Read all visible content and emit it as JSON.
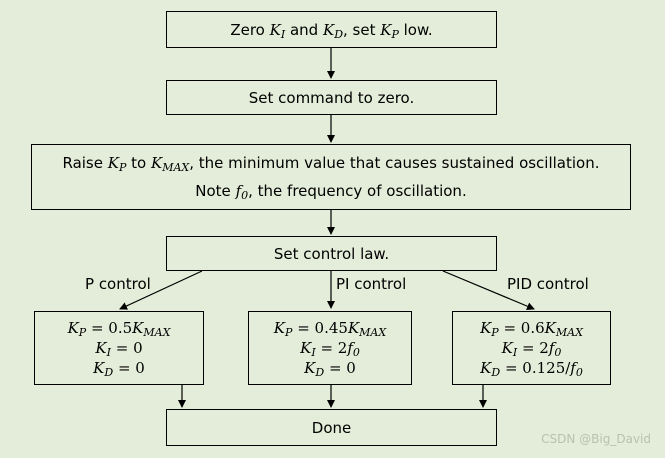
{
  "steps": {
    "zero_gains": {
      "parts": [
        "Zero ",
        "K",
        "I",
        " and ",
        "K",
        "D",
        ", set ",
        "K",
        "P",
        " low."
      ]
    },
    "set_command": "Set command to zero.",
    "raise_kp": {
      "line1_parts": [
        "Raise ",
        "K",
        "P",
        " to ",
        "K",
        "MAX",
        ", the minimum value that causes sustained oscillation."
      ],
      "line2_parts": [
        "Note ",
        "f",
        "0",
        ", the frequency of oscillation."
      ]
    },
    "control_law": "Set control law.",
    "done": "Done"
  },
  "branches": [
    {
      "label": "P control",
      "formulas": [
        {
          "var": "K",
          "sub": "P",
          "rhs": "= 0.5",
          "rhs_var": "K",
          "rhs_sub": "MAX",
          "tail": ""
        },
        {
          "var": "K",
          "sub": "I",
          "rhs": "= 0",
          "rhs_var": "",
          "rhs_sub": "",
          "tail": ""
        },
        {
          "var": "K",
          "sub": "D",
          "rhs": "= 0",
          "rhs_var": "",
          "rhs_sub": "",
          "tail": ""
        }
      ]
    },
    {
      "label": "PI control",
      "formulas": [
        {
          "var": "K",
          "sub": "P",
          "rhs": "= 0.45",
          "rhs_var": "K",
          "rhs_sub": "MAX",
          "tail": ""
        },
        {
          "var": "K",
          "sub": "I",
          "rhs": "= 2",
          "rhs_var": "f",
          "rhs_sub": "0",
          "tail": ""
        },
        {
          "var": "K",
          "sub": "D",
          "rhs": "= 0",
          "rhs_var": "",
          "rhs_sub": "",
          "tail": ""
        }
      ]
    },
    {
      "label": "PID control",
      "formulas": [
        {
          "var": "K",
          "sub": "P",
          "rhs": "= 0.6",
          "rhs_var": "K",
          "rhs_sub": "MAX",
          "tail": ""
        },
        {
          "var": "K",
          "sub": "I",
          "rhs": "= 2",
          "rhs_var": "f",
          "rhs_sub": "0",
          "tail": ""
        },
        {
          "var": "K",
          "sub": "D",
          "rhs": "= 0.125/",
          "rhs_var": "f",
          "rhs_sub": "0",
          "tail": ""
        }
      ]
    }
  ],
  "watermark": "CSDN @Big_David",
  "colors": {
    "background": "#e4edd9",
    "line": "#000000",
    "watermark": "#b9c2b1"
  }
}
